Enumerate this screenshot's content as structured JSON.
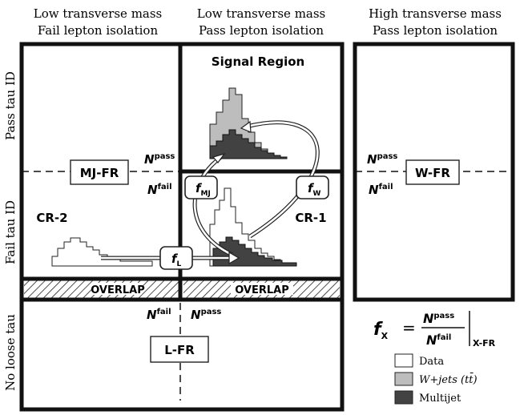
{
  "columns": [
    {
      "line1": "Low transverse mass",
      "line2": "Fail lepton isolation"
    },
    {
      "line1": "Low transverse mass",
      "line2": "Pass lepton isolation"
    },
    {
      "line1": "High transverse mass",
      "line2": "Pass lepton isolation"
    }
  ],
  "rows": {
    "pass_tau": "Pass tau ID",
    "fail_tau": "Fail tau ID",
    "no_loose": "No loose tau"
  },
  "regions": {
    "signal": "Signal Region",
    "cr1": "CR-1",
    "cr2": "CR-2",
    "overlap": "OVERLAP",
    "mjfr": "MJ-FR",
    "wfr": "W-FR",
    "lfr": "L-FR"
  },
  "factors": {
    "f": "f",
    "mj_sub": "MJ",
    "w_sub": "W",
    "l_sub": "L"
  },
  "symbols": {
    "N": "N",
    "pass": "pass",
    "fail": "fail",
    "equals": "=",
    "x_sub": "X",
    "xfr_sub": "X-FR"
  },
  "legend": [
    {
      "label": "Data",
      "color": "#ffffff"
    },
    {
      "label": "W+jets (tt̄)",
      "color": "#bdbdbd"
    },
    {
      "label": "Multijet",
      "color": "#424242"
    }
  ],
  "colors": {
    "frame": "#111111",
    "wjets": "#bdbdbd",
    "multijet": "#424242",
    "data": "#ffffff"
  }
}
